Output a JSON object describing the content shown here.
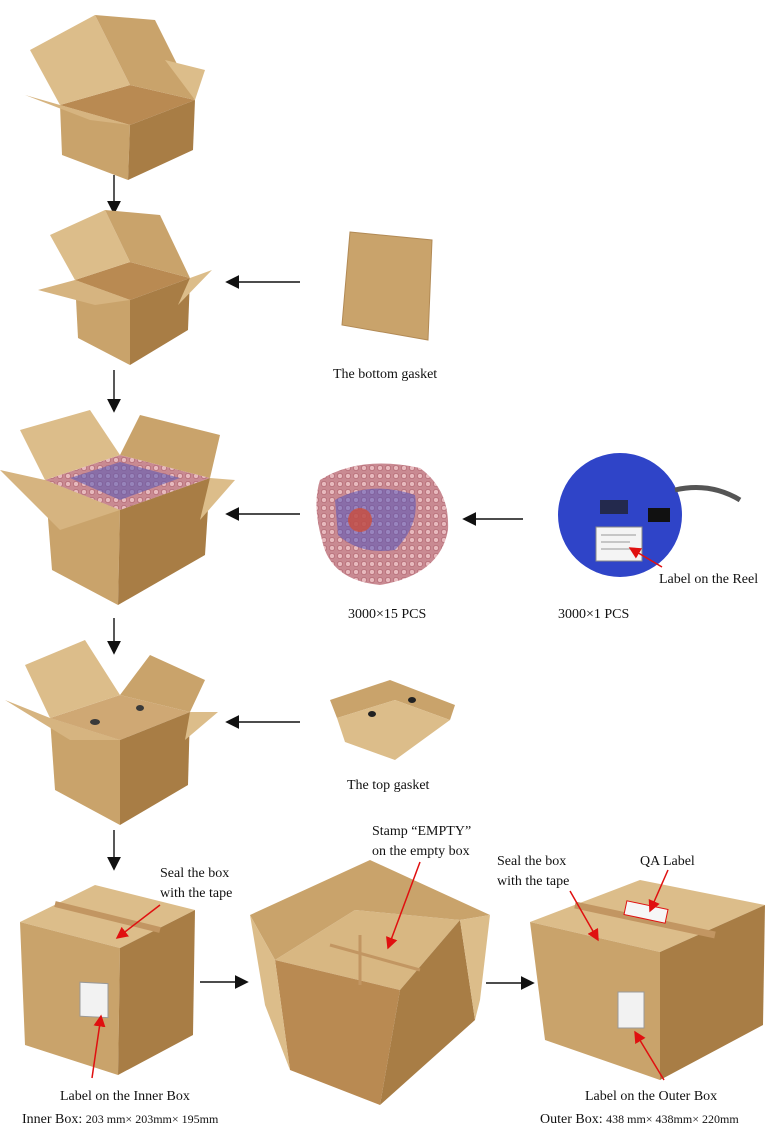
{
  "labels": {
    "bottom_gasket": "The bottom gasket",
    "bubble_wrap_qty": "3000×15 PCS",
    "reel_qty": "3000×1 PCS",
    "label_on_reel": "Label on the Reel",
    "top_gasket": "The top gasket",
    "seal_inner_1": "Seal  the  box",
    "seal_inner_2": "with the tape",
    "stamp_1": "Stamp    “EMPTY”",
    "stamp_2": "on the empty box",
    "seal_outer_1": "Seal  the  box",
    "seal_outer_2": "with the tape",
    "qa_label": "QA Label",
    "label_inner_box": "Label on the Inner Box",
    "label_outer_box": "Label on the Outer Box"
  },
  "dimensions": {
    "inner_prefix": "Inner Box:",
    "inner_value": "203 mm× 203mm× 195mm",
    "outer_prefix": "Outer Box:",
    "outer_value": "438 mm× 438mm× 220mm"
  },
  "colors": {
    "cardboard": "#c9a36b",
    "cardboard_dark": "#a87d45",
    "cardboard_light": "#dcbd8a",
    "reel_blue": "#2f44c8",
    "annotation_red": "#e01010",
    "arrow": "#111111"
  },
  "icons": {
    "arrow": "arrow-icon",
    "box": "cardboard-box-icon",
    "reel": "tape-reel-icon"
  }
}
